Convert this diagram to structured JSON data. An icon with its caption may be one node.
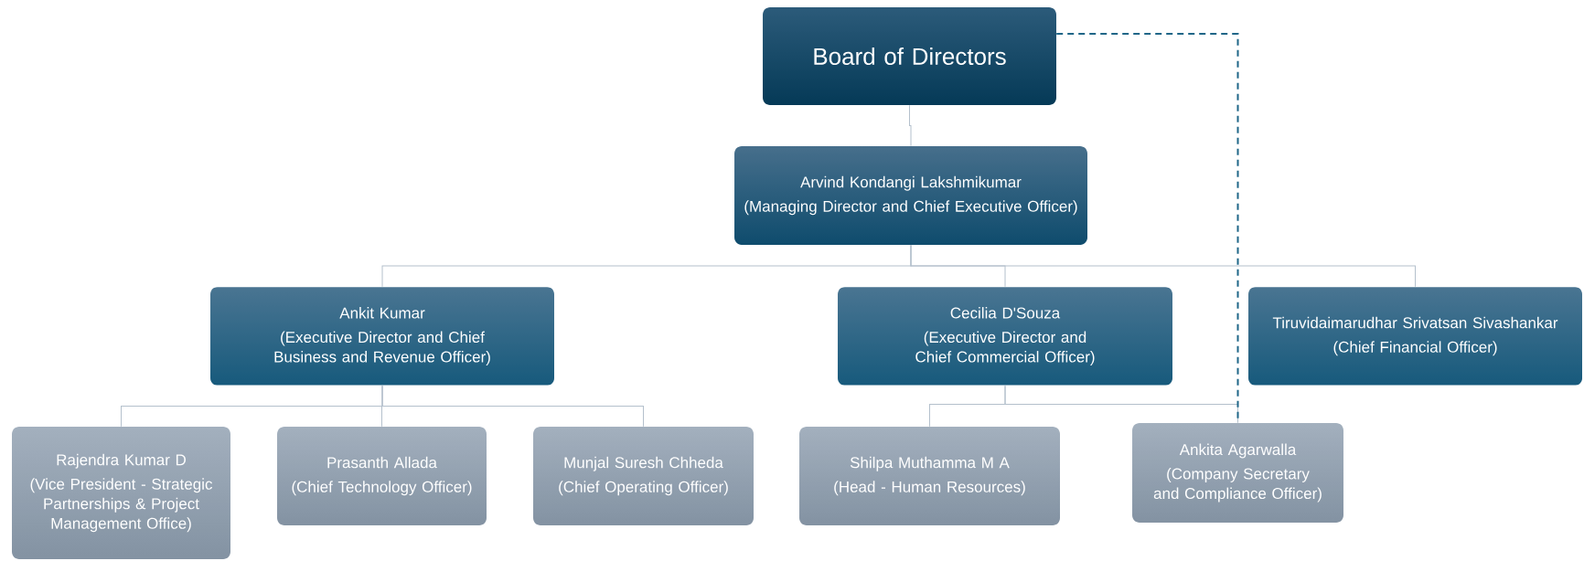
{
  "diagram": {
    "nodes": [
      {
        "text": [
          "Board of Directors"
        ]
      },
      {
        "text": [
          "Arvind Kondangi Lakshmikumar",
          "(Managing Director and Chief Executive Officer)"
        ]
      },
      {
        "text": [
          "Ankit Kumar",
          "(Executive Director and Chief Business and Revenue Officer)"
        ]
      },
      {
        "text": [
          "Cecilia D'Souza",
          "(Executive Director and Chief Commercial Officer)"
        ]
      },
      {
        "text": [
          "Tiruvidaimarudhar Srivatsan Sivashankar",
          "(Chief Financial Officer)"
        ]
      },
      {
        "text": [
          "Rajendra Kumar D",
          "(Vice President - Strategic Partnerships & Project Management Office)"
        ]
      },
      {
        "text": [
          "Prasanth Allada",
          "(Chief Technology Officer)"
        ]
      },
      {
        "text": [
          "Munjal Suresh Chheda",
          "(Chief Operating Officer)"
        ]
      },
      {
        "text": [
          "Shilpa Muthamma M A",
          "(Head - Human Resources)"
        ]
      },
      {
        "text": [
          "Ankita Agarwalla",
          "(Company Secretary and Compliance Officer)"
        ]
      }
    ],
    "edges": [
      {
        "from": 0,
        "to": 1,
        "arrow": "none"
      },
      {
        "from": 1,
        "to": 2,
        "arrow": "none"
      },
      {
        "from": 1,
        "to": 3,
        "arrow": "none"
      },
      {
        "from": 1,
        "to": 4,
        "arrow": "none"
      },
      {
        "from": 2,
        "to": 5,
        "arrow": "none"
      },
      {
        "from": 2,
        "to": 6,
        "arrow": "none"
      },
      {
        "from": 2,
        "to": 7,
        "arrow": "none"
      },
      {
        "from": 3,
        "to": 8,
        "arrow": "none"
      },
      {
        "from": 3,
        "to": 9,
        "arrow": "none"
      },
      {
        "from": 0,
        "to": 9,
        "arrow": "none",
        "style": "dashed",
        "color": "#1f6688"
      }
    ]
  }
}
